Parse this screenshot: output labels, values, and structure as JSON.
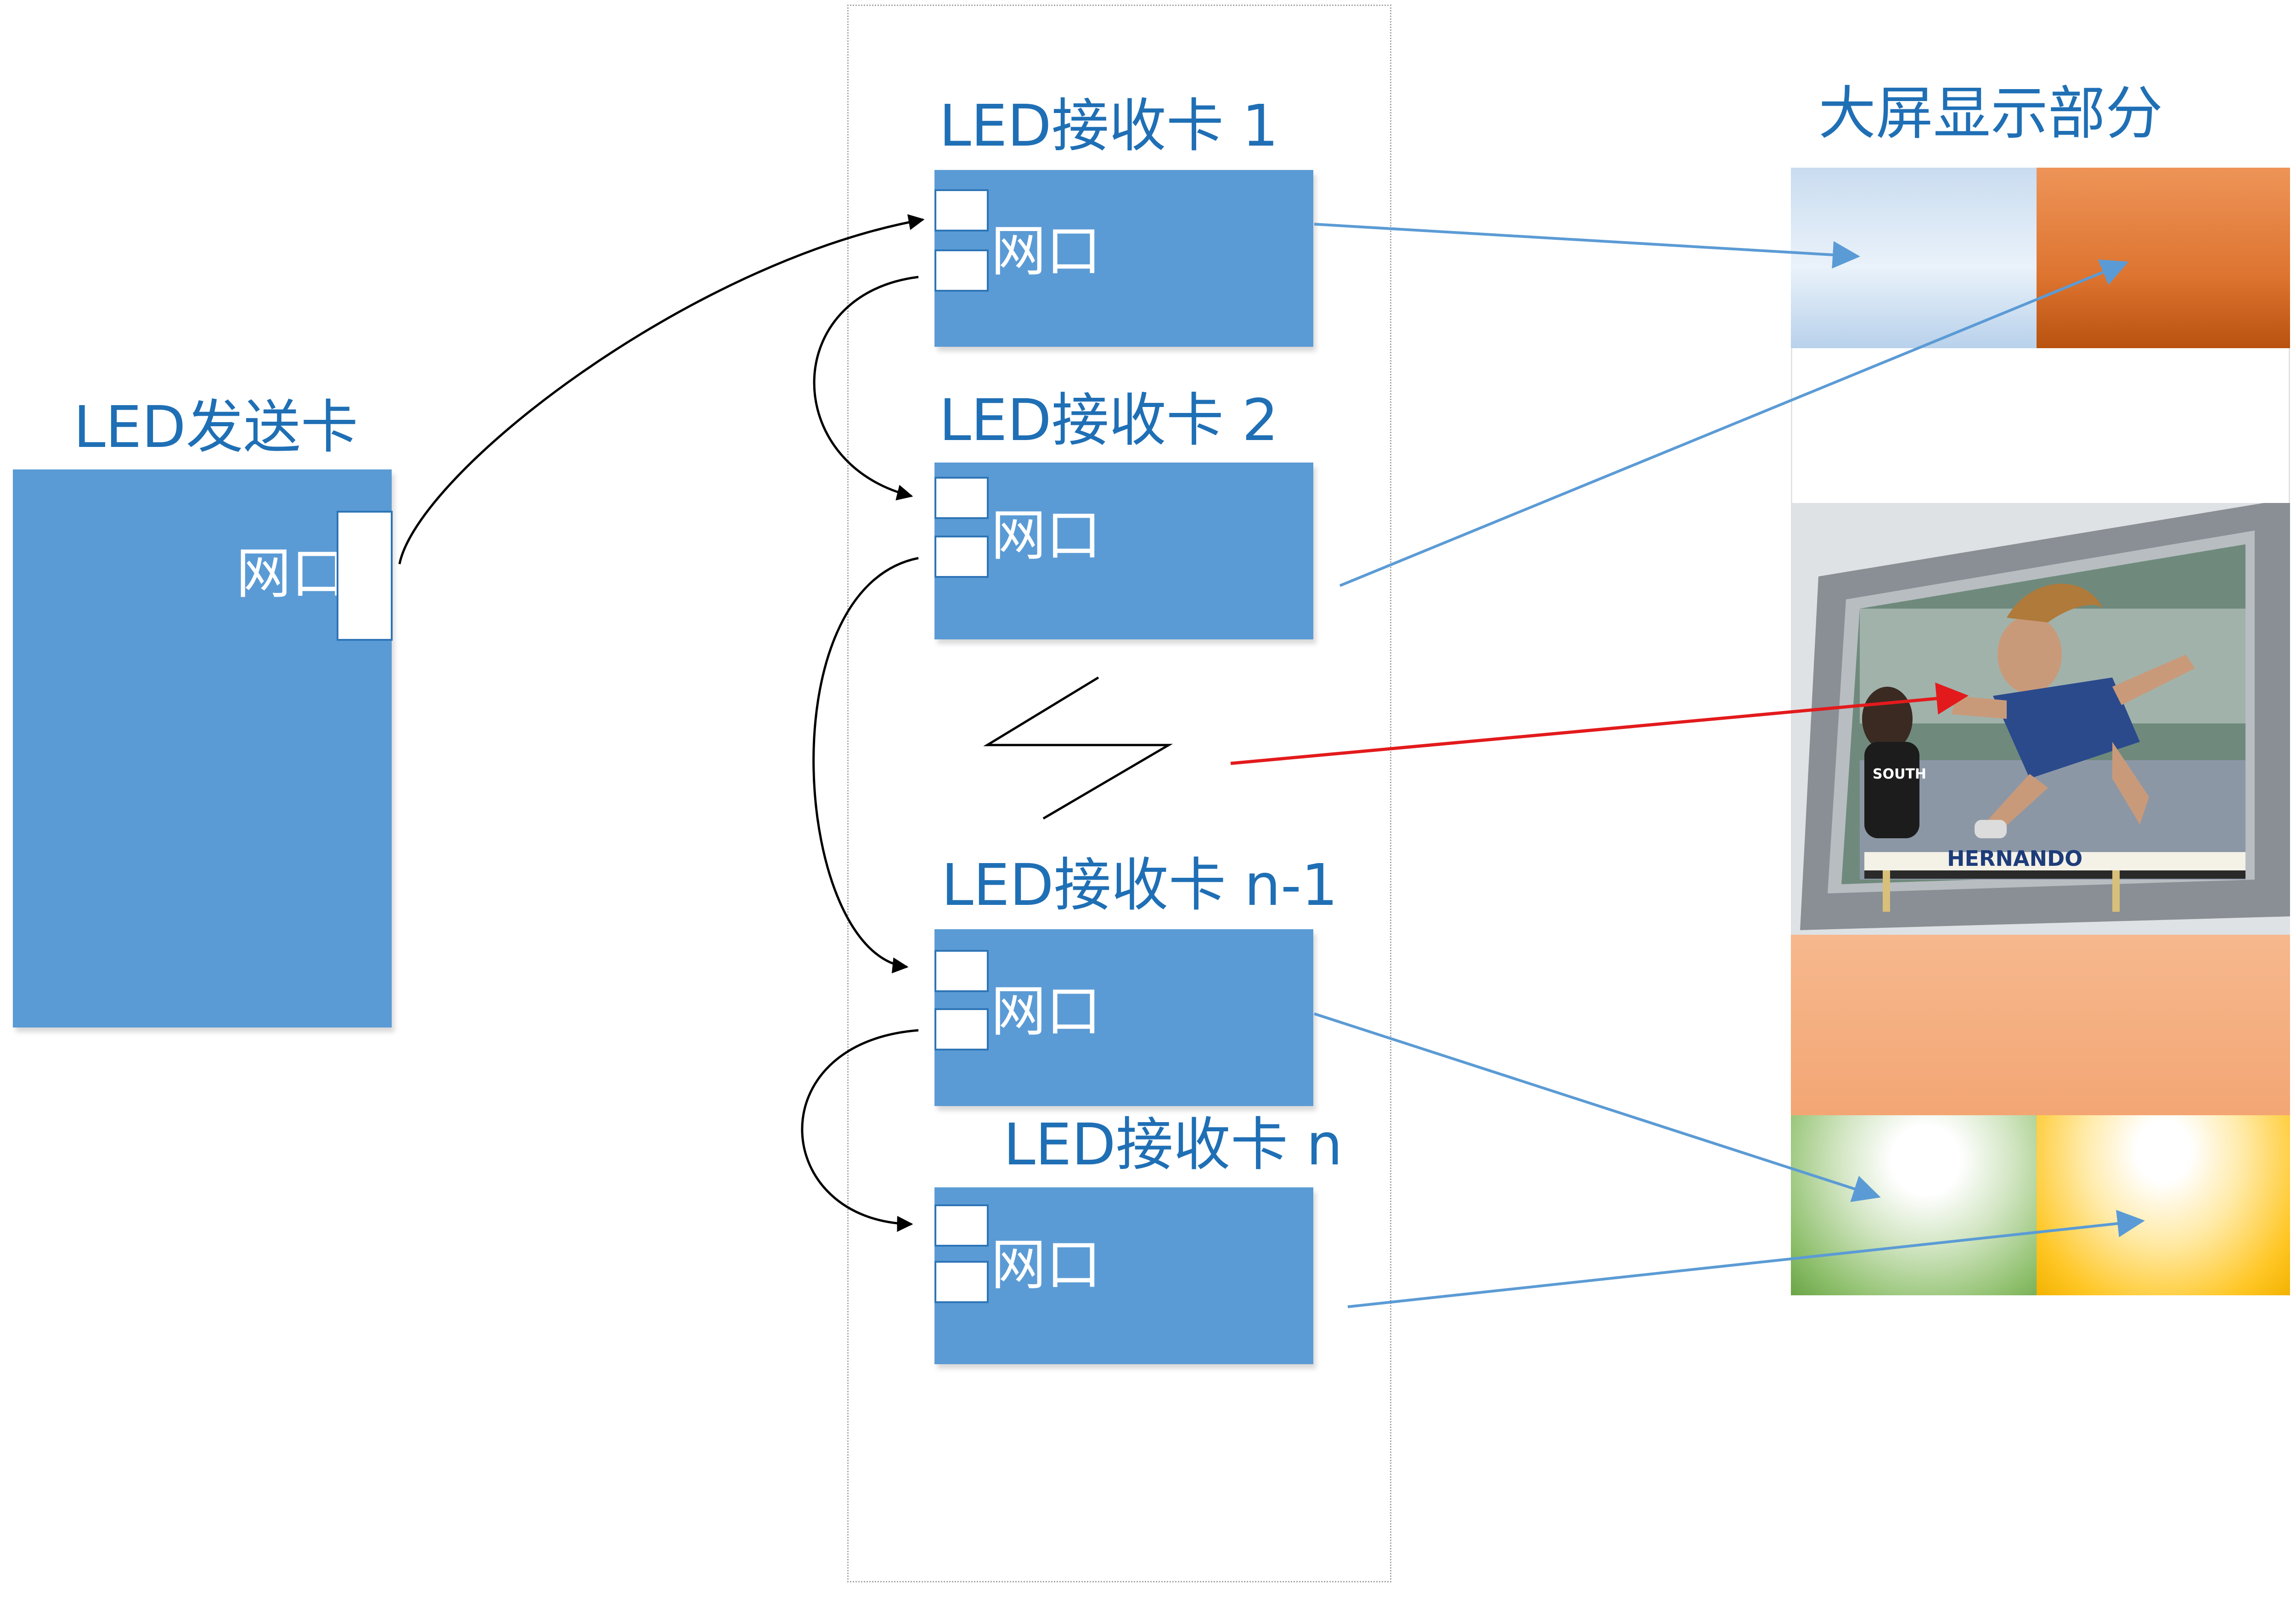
{
  "sender": {
    "title": "LED发送卡",
    "port_label": "网口"
  },
  "receivers": [
    {
      "title": "LED接收卡 1",
      "port_label": "网口"
    },
    {
      "title": "LED接收卡 2",
      "port_label": "网口"
    },
    {
      "title": "LED接收卡  n-1",
      "port_label": "网口"
    },
    {
      "title": "LED接收卡  n",
      "port_label": "网口"
    }
  ],
  "display": {
    "title": "大屏显示部分"
  },
  "scene": {
    "bib_text": "HERNANDO",
    "jersey_text": "SOUTH"
  },
  "colors": {
    "card_fill": "#5b9bd5",
    "title_text": "#1f6fb5",
    "arrow_blue": "#5b9bd5",
    "arrow_red": "#e31a1c",
    "arrow_black": "#000000",
    "tile_light_blue": "#c7dcf0",
    "tile_dark_orange": "#c55a11",
    "tile_light_orange": "#f4b183",
    "tile_green": "#70ad47",
    "tile_yellow": "#ffc000"
  }
}
